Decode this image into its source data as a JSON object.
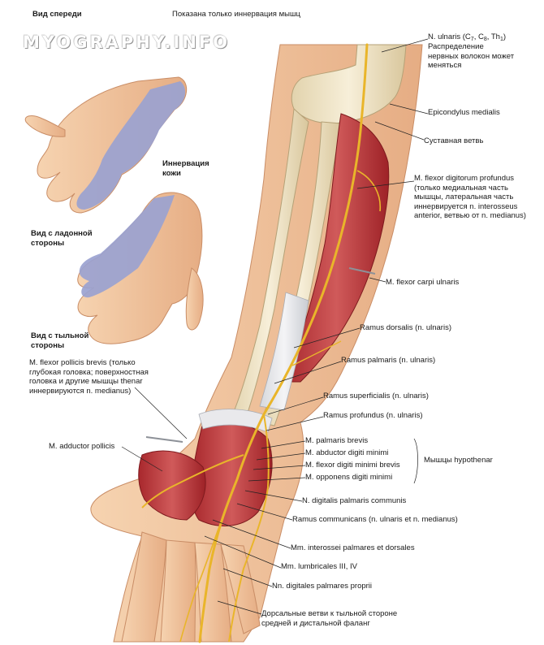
{
  "header": {
    "left_title": "Вид спереди",
    "center_title": "Показана только иннервация мышц"
  },
  "watermark": "MYOGRAPHY.INFO",
  "insets": {
    "skin_innervation": "Иннервация\nкожи",
    "palmar_view": "Вид с ладонной\nстороны",
    "dorsal_view": "Вид с тыльной\nстороны"
  },
  "labels": {
    "n_ulnaris_main": "N. ulnaris (C",
    "n_ulnaris_sub1": "7",
    "n_ulnaris_mid": ", C",
    "n_ulnaris_sub2": "8",
    "n_ulnaris_mid2": ", Th",
    "n_ulnaris_sub3": "1",
    "n_ulnaris_end": ")",
    "n_ulnaris_note": "Распределение\nнервных волокон может\nменяться",
    "epicondylus": "Epicondylus medialis",
    "sustavnaya": "Суставная ветвь",
    "fdp": "M. flexor digitorum profundus\n(только медиальная часть\nмышцы, латеральная часть\nиннервируется n. interosseus\nanterior, ветвью от n. medianus)",
    "fcu": "M. flexor carpi ulnaris",
    "ramus_dorsalis": "Ramus dorsalis (n. ulnaris)",
    "ramus_palmaris": "Ramus palmaris (n. ulnaris)",
    "ramus_superficialis": "Ramus superficialis (n. ulnaris)",
    "ramus_profundus": "Ramus profundus (n. ulnaris)",
    "palmaris_brevis": "M. palmaris brevis",
    "abductor_dm": "M. abductor digiti minimi",
    "flexor_dmb": "M. flexor digiti minimi brevis",
    "opponens_dm": "M. opponens digiti minimi",
    "hypothenar": "Мышцы hypothenar",
    "digitalis_communis": "N. digitalis palmaris communis",
    "ramus_communicans": "Ramus communicans (n. ulnaris et n. medianus)",
    "interossei": "Mm. interossei palmares et dorsales",
    "lumbricales": "Mm. lumbricales III, IV",
    "digitales_proprii": "Nn. digitales palmares proprii",
    "dorsal_branches": "Дорсальные ветви к тыльной стороне\nсредней и дистальной фаланг",
    "fpb": "M. flexor pollicis brevis (только\nглубокая головка; поверхностная\nголовка и другие мышцы thenar\nиннервируются n. medianus)",
    "adductor_pollicis": "M. adductor pollicis"
  },
  "colors": {
    "skin": "#f3c9a3",
    "skin_shadow": "#e0a67e",
    "innervation_zone": "#9aa2d0",
    "muscle": "#c8474a",
    "bone": "#f1e6c8",
    "nerve": "#e9b52a",
    "leader": "#222222"
  }
}
